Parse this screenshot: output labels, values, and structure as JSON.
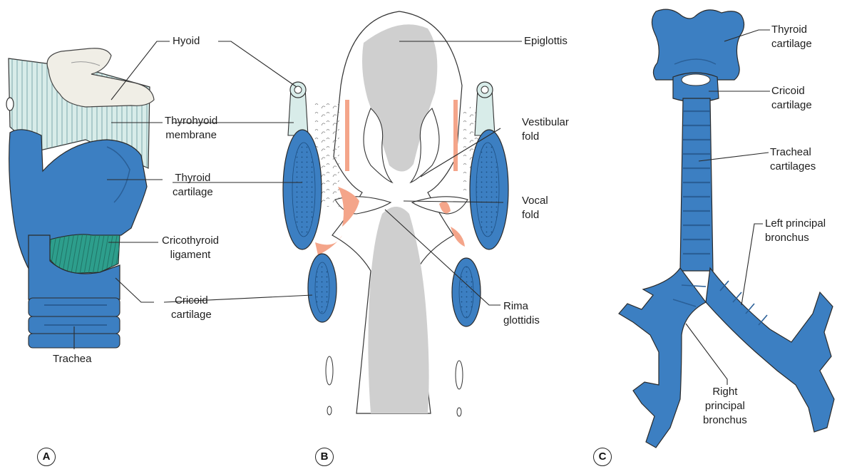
{
  "colors": {
    "cartilage": "#3c7fc2",
    "cartilage_dark": "#2a5f97",
    "membrane": "#d8ece9",
    "ligament": "#2d9e8c",
    "bone": "#f0eee6",
    "mucosa": "#cfcfcf",
    "muscle": "#f4a58a",
    "outline": "#333333"
  },
  "panels": {
    "a": {
      "letter": "A",
      "labels": {
        "hyoid": [
          "Hyoid"
        ],
        "thyrohyoid_membrane": [
          "Thyrohyoid",
          "membrane"
        ],
        "thyroid_cartilage": [
          "Thyroid",
          "cartilage"
        ],
        "cricothyroid_ligament": [
          "Cricothyroid",
          "ligament"
        ],
        "cricoid_cartilage": [
          "Cricoid",
          "cartilage"
        ],
        "trachea": [
          "Trachea"
        ]
      }
    },
    "b": {
      "letter": "B",
      "labels": {
        "epiglottis": [
          "Epiglottis"
        ],
        "vestibular_fold": [
          "Vestibular",
          "fold"
        ],
        "vocal_fold": [
          "Vocal",
          "fold"
        ],
        "rima_glottidis": [
          "Rima",
          "glottidis"
        ]
      }
    },
    "c": {
      "letter": "C",
      "labels": {
        "thyroid_cartilage": [
          "Thyroid",
          "cartilage"
        ],
        "cricoid_cartilage": [
          "Cricoid",
          "cartilage"
        ],
        "tracheal_cartilages": [
          "Tracheal",
          "cartilages"
        ],
        "left_principal_bronchus": [
          "Left principal",
          "bronchus"
        ],
        "right_principal_bronchus": [
          "Right",
          "principal",
          "bronchus"
        ]
      }
    }
  }
}
